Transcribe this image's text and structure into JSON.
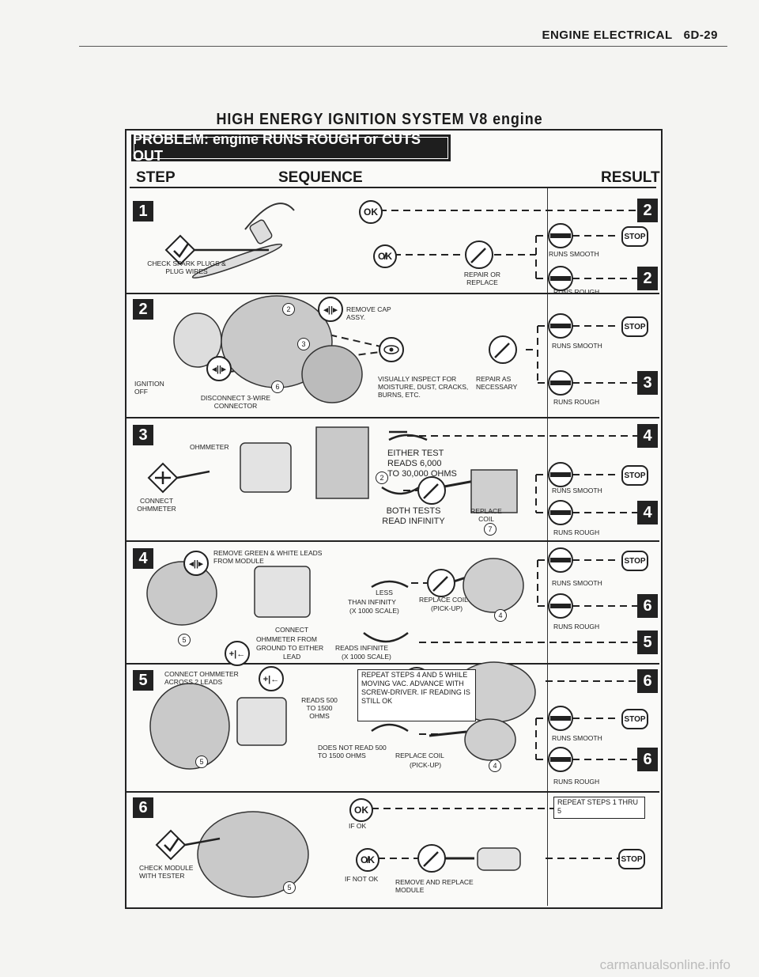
{
  "header": {
    "section": "ENGINE ELECTRICAL",
    "page": "6D-29"
  },
  "title": "HIGH ENERGY IGNITION SYSTEM  V8 engine",
  "problem": "PROBLEM: engine RUNS ROUGH or CUTS OUT",
  "columns": {
    "step": "STEP",
    "sequence": "SEQUENCE",
    "result": "RESULT"
  },
  "results": {
    "runs_smooth": "RUNS SMOOTH",
    "runs_rough": "RUNS ROUGH",
    "stop": "STOP"
  },
  "steps": [
    {
      "number": "1",
      "check": "CHECK SPARK PLUGS & PLUG WIRES",
      "repair": "REPAIR OR REPLACE",
      "ok_next": "2",
      "smooth": "STOP",
      "rough_next": "2"
    },
    {
      "number": "2",
      "ignition": "IGNITION OFF",
      "disconnect": "DISCONNECT 3-WIRE CONNECTOR",
      "remove": "REMOVE CAP ASSY.",
      "inspect": "VISUALLY INSPECT FOR MOISTURE, DUST, CRACKS, BURNS, ETC.",
      "repair": "REPAIR AS NECESSARY",
      "rough_next": "3",
      "n2": "2",
      "n3": "3",
      "n6": "6"
    },
    {
      "number": "3",
      "ohmmeter": "OHMMETER",
      "connect": "CONNECT OHMMETER",
      "either": "EITHER TEST",
      "reads": "READS 6,000",
      "range": "TO 30,000 OHMS",
      "both": "BOTH TESTS",
      "infinity": "READ INFINITY",
      "replace": "REPLACE COIL",
      "ok_next": "4",
      "rough_next": "4",
      "n2": "2",
      "n7": "7"
    },
    {
      "number": "4",
      "remove": "REMOVE GREEN & WHITE LEADS FROM MODULE",
      "less": "LESS",
      "than": "THAN INFINITY",
      "scale": "(X 1000 SCALE)",
      "replace": "REPLACE COIL",
      "pickup": "(PICK-UP)",
      "connect": "CONNECT",
      "from": "OHMMETER FROM",
      "ground": "GROUND TO EITHER",
      "lead": "LEAD",
      "reads_inf": "READS INFINITE",
      "scale2": "(X 1000 SCALE)",
      "rough_next": "6",
      "inf_next": "5",
      "n5": "5",
      "n4": "4"
    },
    {
      "number": "5",
      "connect": "CONNECT OHMMETER ACROSS 2 LEADS",
      "reads": "READS 500 TO 1500 OHMS",
      "repeat": "REPEAT STEPS 4 AND 5 WHILE MOVING VAC. ADVANCE WITH SCREW-DRIVER. IF READING IS STILL OK",
      "not_read": "DOES NOT READ 500 TO 1500 OHMS",
      "replace": "REPLACE COIL",
      "pickup": "(PICK-UP)",
      "ok_next": "6",
      "rough_next": "6",
      "n5": "5",
      "n4": "4"
    },
    {
      "number": "6",
      "check": "CHECK MODULE WITH TESTER",
      "if_ok": "IF OK",
      "if_not": "IF NOT OK",
      "remove": "REMOVE AND REPLACE MODULE",
      "repeat": "REPEAT STEPS 1 THRU 5",
      "n5": "5"
    }
  ],
  "watermark": "carmanualsonline.info"
}
